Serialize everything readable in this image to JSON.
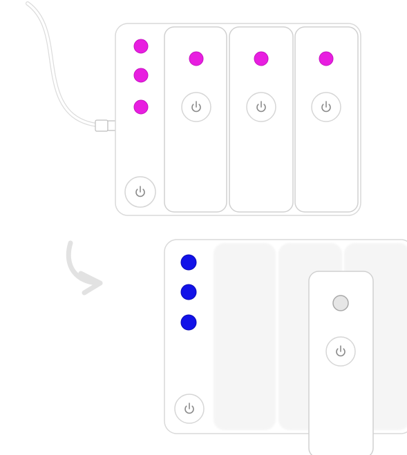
{
  "diagram": {
    "colors": {
      "active_led": "#e81ee0",
      "active_led_edge": "#c413bf",
      "standby_led": "#1212e8",
      "standby_led_edge": "#0a0ab8",
      "inactive_led": "#e6e6e6",
      "outline": "#d9d9d9",
      "slot_fill": "#f5f5f5",
      "cable": "#dcdcdc",
      "arrow": "#e2e2e2"
    },
    "top_unit": {
      "state": "powered",
      "hub_leds": [
        "active",
        "active",
        "active"
      ],
      "modules": [
        {
          "led": "active",
          "power_icon": "power-icon"
        },
        {
          "led": "active",
          "power_icon": "power-icon"
        },
        {
          "led": "active",
          "power_icon": "power-icon"
        }
      ],
      "hub_power_icon": "power-icon",
      "cable_connected": true
    },
    "bottom_unit": {
      "state": "module-removed",
      "hub_leds": [
        "standby",
        "standby",
        "standby"
      ],
      "empty_slots": 3,
      "removed_module": {
        "led": "inactive",
        "power_icon": "power-icon"
      },
      "hub_power_icon": "power-icon"
    },
    "transition_arrow": "curved-arrow-icon"
  }
}
